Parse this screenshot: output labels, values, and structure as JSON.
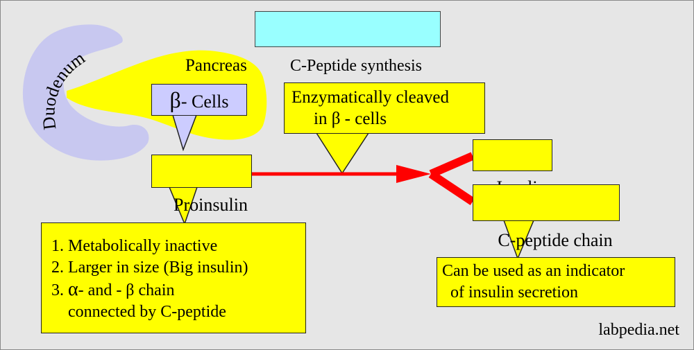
{
  "title": "C-Peptide synthesis",
  "organs": {
    "duodenum": "Duodenum",
    "pancreas": "Pancreas"
  },
  "beta_cells": {
    "symbol": "β",
    "label": "- Cells"
  },
  "proinsulin": "Proinsulin",
  "enzyme_note": {
    "line1": "Enzymatically cleaved",
    "line2": "in β - cells"
  },
  "products": {
    "insulin": "Insulin",
    "c_peptide": "C-peptide chain"
  },
  "indicator": {
    "line1": "Can be used as an indicator",
    "line2": "  of insulin secretion"
  },
  "properties": {
    "item1": "1. Metabolically inactive",
    "item2": "2. Larger in size (Big insulin)",
    "item3_prefix": "3. ",
    "item3_alpha": "α",
    "item3_rest": "- and - β chain",
    "item3_cont": "    connected by C-peptide"
  },
  "watermark": "labpedia.net",
  "colors": {
    "background": "#e6e6e6",
    "callout": "#ffff00",
    "title_box": "#99ffff",
    "beta_box": "#ccccff",
    "duodenum": "#c8c8f0",
    "arrow": "#ff0000"
  }
}
